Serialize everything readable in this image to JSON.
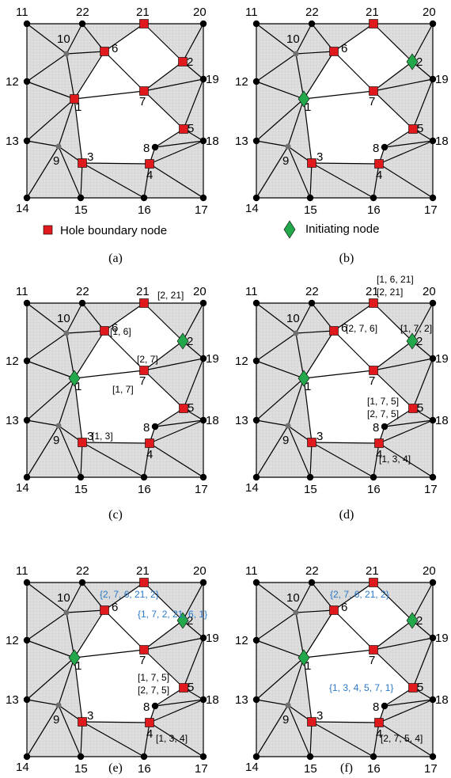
{
  "colors": {
    "hole_node": "#e0191c",
    "initiating_node": "#22a84a",
    "gray_node": "#707070",
    "black_node": "#000000",
    "blue_annotation": "#2a78c8",
    "shade": "#d8d8d8"
  },
  "legend": {
    "hole_boundary_label": "Hole boundary node",
    "initiating_label": "Initiating node"
  },
  "panels": [
    {
      "caption": "(a)",
      "initiating": [],
      "annotations": []
    },
    {
      "caption": "(b)",
      "initiating": [
        1,
        2
      ],
      "annotations": []
    },
    {
      "caption": "(c)",
      "initiating": [
        1,
        2
      ],
      "annotations": [
        {
          "text": "[2, 21]",
          "blue": false
        },
        {
          "text": "[1, 6]",
          "blue": false
        },
        {
          "text": "[2, 7]",
          "blue": false
        },
        {
          "text": "[1, 7]",
          "blue": false
        },
        {
          "text": "[1, 3]",
          "blue": false
        }
      ]
    },
    {
      "caption": "(d)",
      "initiating": [
        1,
        2
      ],
      "annotations": [
        {
          "text": "[1, 6, 21]",
          "blue": false
        },
        {
          "text": "[2, 21]",
          "blue": false
        },
        {
          "text": "[2, 7, 6]",
          "blue": false
        },
        {
          "text": "[1, 7, 2]",
          "blue": false
        },
        {
          "text": "[1, 7, 5]",
          "blue": false
        },
        {
          "text": "[2, 7, 5]",
          "blue": false
        },
        {
          "text": "[1, 3, 4]",
          "blue": false
        }
      ]
    },
    {
      "caption": "(e)",
      "initiating": [
        1,
        2
      ],
      "annotations": [
        {
          "text": "{2, 7, 6, 21, 2}",
          "blue": true
        },
        {
          "text": "{1, 7, 2, 21, 6, 1}",
          "blue": true
        },
        {
          "text": "[1, 7, 5]",
          "blue": false
        },
        {
          "text": "[2, 7, 5]",
          "blue": false
        },
        {
          "text": "[1, 3, 4]",
          "blue": false
        }
      ]
    },
    {
      "caption": "(f)",
      "initiating": [
        1,
        2
      ],
      "annotations": [
        {
          "text": "{2, 7, 6, 21, 2}",
          "blue": true
        },
        {
          "text": "{1, 3, 4, 5, 7, 1}",
          "blue": true
        },
        {
          "text": "[2, 7, 5, 4]",
          "blue": false
        }
      ]
    }
  ],
  "nodes": [
    {
      "id": 1,
      "label": "1",
      "kind": "hole"
    },
    {
      "id": 2,
      "label": "2",
      "kind": "hole"
    },
    {
      "id": 3,
      "label": "3",
      "kind": "hole"
    },
    {
      "id": 4,
      "label": "4",
      "kind": "hole"
    },
    {
      "id": 5,
      "label": "5",
      "kind": "hole"
    },
    {
      "id": 6,
      "label": "6",
      "kind": "hole"
    },
    {
      "id": 7,
      "label": "7",
      "kind": "hole"
    },
    {
      "id": 8,
      "label": "8",
      "kind": "black"
    },
    {
      "id": 9,
      "label": "9",
      "kind": "gray"
    },
    {
      "id": 10,
      "label": "10",
      "kind": "gray"
    },
    {
      "id": 11,
      "label": "11",
      "kind": "black"
    },
    {
      "id": 12,
      "label": "12",
      "kind": "black"
    },
    {
      "id": 13,
      "label": "13",
      "kind": "black"
    },
    {
      "id": 14,
      "label": "14",
      "kind": "black"
    },
    {
      "id": 15,
      "label": "15",
      "kind": "black"
    },
    {
      "id": 16,
      "label": "16",
      "kind": "black"
    },
    {
      "id": 17,
      "label": "17",
      "kind": "black"
    },
    {
      "id": 18,
      "label": "18",
      "kind": "black"
    },
    {
      "id": 19,
      "label": "19",
      "kind": "black"
    },
    {
      "id": 20,
      "label": "20",
      "kind": "black"
    },
    {
      "id": 21,
      "label": "21",
      "kind": "hole"
    },
    {
      "id": 22,
      "label": "22",
      "kind": "black"
    }
  ],
  "edges": [
    [
      11,
      22
    ],
    [
      22,
      21
    ],
    [
      21,
      20
    ],
    [
      20,
      19
    ],
    [
      19,
      18
    ],
    [
      18,
      17
    ],
    [
      17,
      16
    ],
    [
      16,
      15
    ],
    [
      15,
      14
    ],
    [
      14,
      13
    ],
    [
      13,
      12
    ],
    [
      12,
      11
    ],
    [
      11,
      10
    ],
    [
      10,
      22
    ],
    [
      22,
      6
    ],
    [
      10,
      6
    ],
    [
      12,
      10
    ],
    [
      12,
      1
    ],
    [
      10,
      1
    ],
    [
      6,
      1
    ],
    [
      6,
      21
    ],
    [
      6,
      7
    ],
    [
      21,
      2
    ],
    [
      20,
      2
    ],
    [
      2,
      19
    ],
    [
      2,
      7
    ],
    [
      7,
      1
    ],
    [
      7,
      19
    ],
    [
      7,
      5
    ],
    [
      19,
      5
    ],
    [
      18,
      5
    ],
    [
      18,
      8
    ],
    [
      8,
      5
    ],
    [
      8,
      4
    ],
    [
      18,
      4
    ],
    [
      4,
      17
    ],
    [
      4,
      16
    ],
    [
      4,
      3
    ],
    [
      3,
      16
    ],
    [
      3,
      15
    ],
    [
      3,
      9
    ],
    [
      1,
      3
    ],
    [
      1,
      9
    ],
    [
      1,
      13
    ],
    [
      9,
      13
    ],
    [
      9,
      14
    ],
    [
      9,
      15
    ]
  ]
}
